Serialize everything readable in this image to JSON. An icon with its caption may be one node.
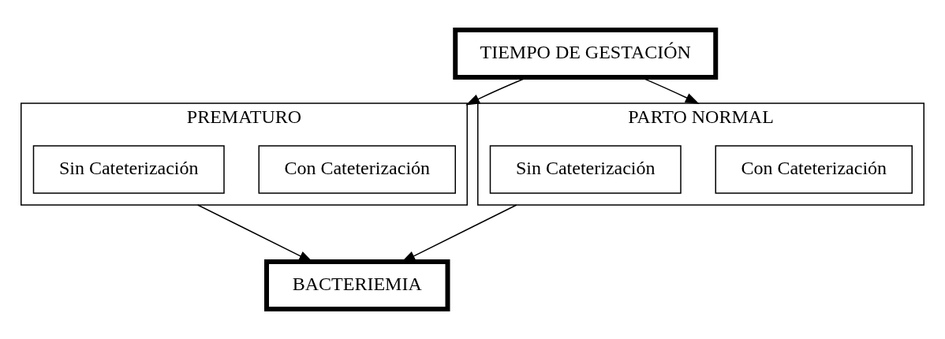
{
  "diagram": {
    "nodes": [
      {
        "text": [
          "TIEMPO DE GESTACIÓN"
        ]
      },
      {
        "text": [
          "PREMATURO"
        ]
      },
      {
        "text": [
          "Con Cateterización"
        ],
        "in": 1
      },
      {
        "text": [
          "Sin Cateterización"
        ],
        "in": 1
      },
      {
        "text": [
          "PARTO NORMAL"
        ]
      },
      {
        "text": [
          "Con Cateterización"
        ],
        "in": 4
      },
      {
        "text": [
          "Sin Cateterización"
        ],
        "in": 4
      },
      {
        "text": [
          "BACTERIEMIA"
        ]
      }
    ],
    "edges": [
      {
        "from": 0,
        "to": 1,
        "arrow": "to"
      },
      {
        "from": 0,
        "to": 4,
        "arrow": "to"
      },
      {
        "from": 1,
        "to": 7,
        "arrow": "to"
      },
      {
        "from": 4,
        "to": 7,
        "arrow": "to"
      }
    ]
  }
}
